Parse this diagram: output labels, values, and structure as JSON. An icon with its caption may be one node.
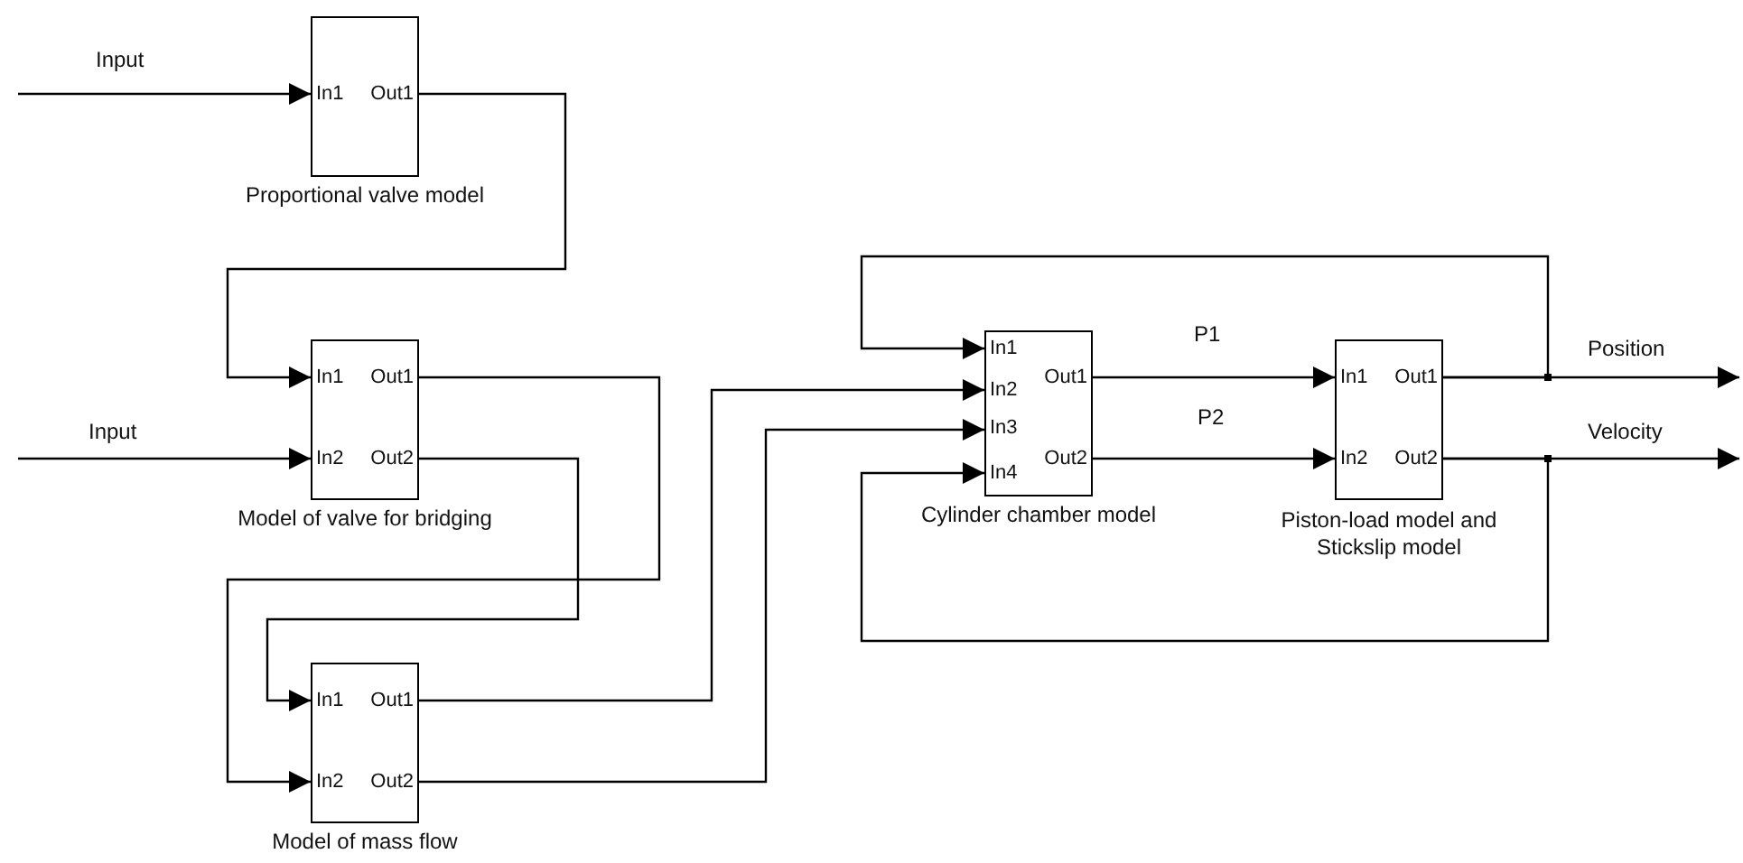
{
  "diagram": {
    "nodes": [
      {
        "text": [
          "In1",
          "Out1"
        ],
        "beside": [
          "Proportional valve model"
        ]
      },
      {
        "text": [
          "In1",
          "Out1",
          "In2",
          "Out2"
        ],
        "beside": [
          "Model of valve for bridging"
        ]
      },
      {
        "text": [
          "In1",
          "Out1",
          "In2",
          "Out2"
        ],
        "beside": [
          "Model of mass flow"
        ]
      },
      {
        "text": [
          "In1",
          "Out1",
          "In2",
          "In3",
          "Out2",
          "In4"
        ],
        "beside": [
          "Cylinder chamber model"
        ]
      },
      {
        "text": [
          "In1",
          "Out1",
          "In2",
          "Out2"
        ],
        "beside": [
          "Piston-load model and Stickslip model"
        ]
      }
    ],
    "edges": [
      {
        "from": null,
        "to": 0,
        "arrow": "to",
        "label": "Input"
      },
      {
        "from": 0,
        "to": 1,
        "arrow": "to"
      },
      {
        "from": null,
        "to": 1,
        "arrow": "to",
        "label": "Input"
      },
      {
        "from": 1,
        "to": 2,
        "arrow": "to"
      },
      {
        "from": 1,
        "to": 2,
        "arrow": "to"
      },
      {
        "from": 2,
        "to": 3,
        "arrow": "to"
      },
      {
        "from": 2,
        "to": 3,
        "arrow": "to"
      },
      {
        "from": 3,
        "to": 4,
        "arrow": "to",
        "label": "P1"
      },
      {
        "from": 3,
        "to": 4,
        "arrow": "to",
        "label": "P2"
      },
      {
        "from": 4,
        "to": null,
        "arrow": "to",
        "label": "Position"
      },
      {
        "from": 4,
        "to": null,
        "arrow": "to",
        "label": "Velocity"
      },
      {
        "from": 4,
        "to": 3,
        "arrow": "to"
      },
      {
        "from": 4,
        "to": 3,
        "arrow": "to"
      }
    ]
  }
}
